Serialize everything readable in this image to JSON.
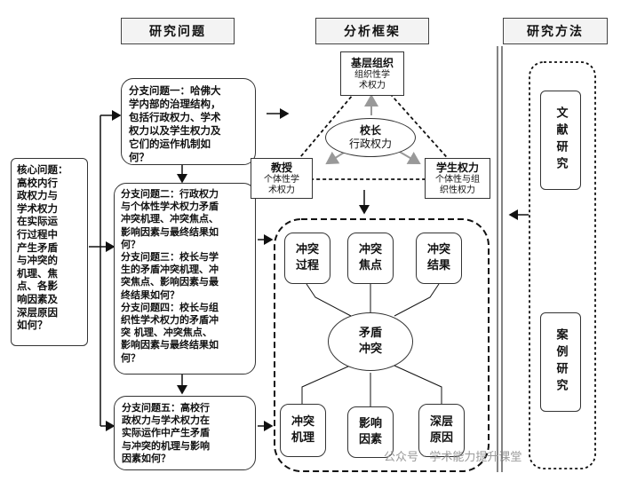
{
  "headers": {
    "research_question": "研究问题",
    "framework": "分析框架",
    "method": "研究方法"
  },
  "core_question": "核心问题：\n高校内行\n政权力与\n学术权力\n在实际运\n行过程中\n产生矛盾\n与冲突的\n机理、焦\n点、各影\n响因素及\n深层原因\n如何？",
  "sub_questions": {
    "q1": "分支问题一：哈佛大\n学内部的治理结构，\n包括行政权力、学术\n权力以及学生权力及\n它们的运作机制如\n何？",
    "q234": "分支问题二：行政权力\n与个体性学术权力矛盾\n冲突机理、冲突焦点、\n影响因素与最终结果如\n何？\n分支问题三：校长与学\n生的矛盾冲突机理、冲\n突焦点、影响因素与最\n终结果如何？\n分支问题四：校长与组\n织性学术权力的矛盾冲\n突 机理、冲突焦点、\n影响因素与最终结果如\n何？",
    "q5": "分支问题五：高校行\n政权力与学术权力在\n实际运作中产生矛盾\n与冲突的机理与影响\n因素如何？"
  },
  "framework": {
    "top": {
      "line1": "基层组织",
      "line2": "组织性学\n术权力"
    },
    "center": {
      "line1": "校长",
      "line2": "行政权力"
    },
    "left": {
      "line1": "教授",
      "line2": "个体性学\n术权力"
    },
    "right": {
      "line1": "学生权力",
      "line2": "个体性与组\n织性权力"
    }
  },
  "conflict": {
    "center": "矛盾\n冲突",
    "process": "冲突\n过程",
    "focus": "冲突\n焦点",
    "result": "冲突\n结果",
    "mechanism": "冲突\n机理",
    "factors": "影响\n因素",
    "deep_cause": "深层\n原因"
  },
  "methods": {
    "literature": "文献研究",
    "case": "案例研究"
  },
  "watermark": "公众号 · 学术能力提升课堂"
}
